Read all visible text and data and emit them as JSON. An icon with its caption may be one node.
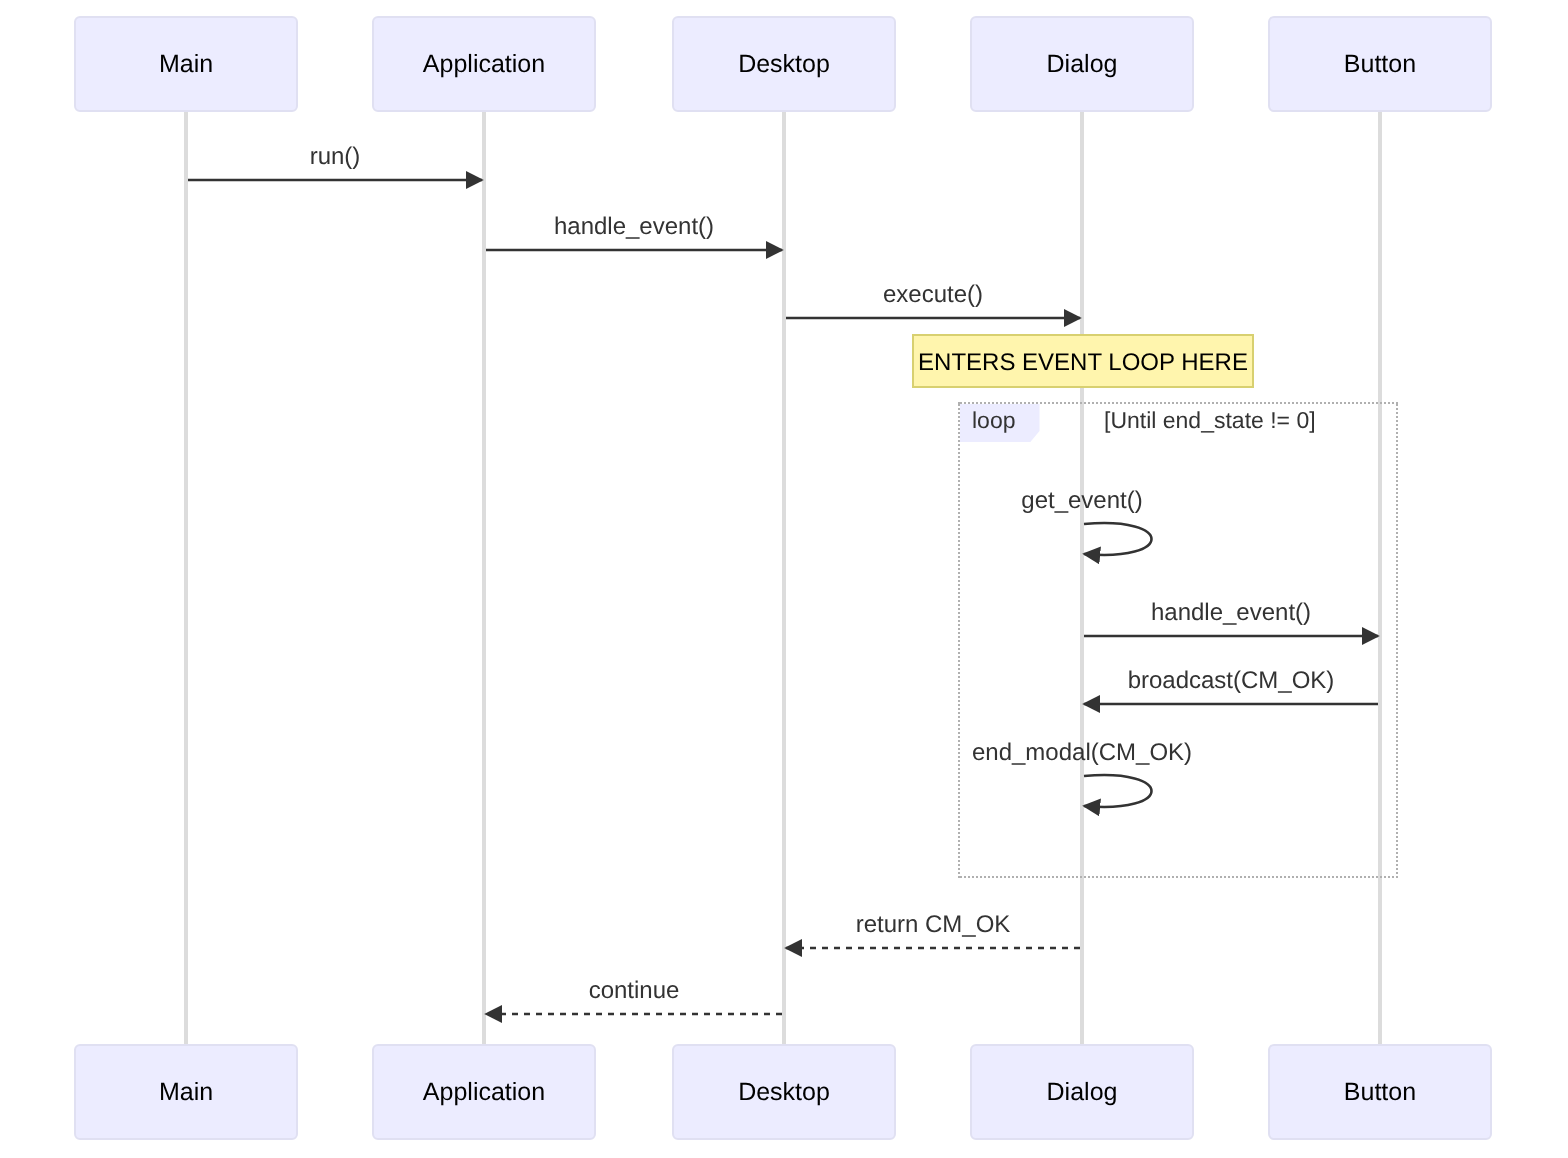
{
  "diagram": {
    "nodes": [
      {
        "text": [
          "Main"
        ]
      },
      {
        "text": [
          "Application"
        ]
      },
      {
        "text": [
          "Desktop"
        ]
      },
      {
        "text": [
          "Dialog"
        ]
      },
      {
        "text": [
          "Button"
        ]
      },
      {
        "text": [],
        "shape": "bar"
      },
      {
        "text": [],
        "shape": "bar"
      },
      {
        "text": [],
        "shape": "bar"
      },
      {
        "text": [],
        "shape": "bar"
      },
      {
        "text": [],
        "shape": "bar"
      },
      {
        "text": [
          "ENTERS EVENT LOOP HERE"
        ]
      },
      {
        "text": [
          "Main"
        ]
      },
      {
        "text": [
          "Application"
        ]
      },
      {
        "text": [
          "Desktop"
        ]
      },
      {
        "text": [
          "Dialog"
        ]
      },
      {
        "text": [
          "Button"
        ]
      },
      {
        "text": [],
        "shape": "bar"
      }
    ],
    "edges": [
      {
        "from": 5,
        "to": 6,
        "arrow": "to",
        "label": "run()"
      },
      {
        "from": 6,
        "to": 7,
        "arrow": "to",
        "label": "handle_event()"
      },
      {
        "from": 7,
        "to": 8,
        "arrow": "to",
        "label": "execute()"
      },
      {
        "from": 16,
        "to": 16,
        "arrow": "to",
        "label": "get_event()"
      },
      {
        "from": 16,
        "to": 9,
        "arrow": "to",
        "label": "handle_event()"
      },
      {
        "from": 9,
        "to": 16,
        "arrow": "to",
        "label": "broadcast(CM_OK)"
      },
      {
        "from": 16,
        "to": 16,
        "arrow": "to",
        "label": "end_modal(CM_OK)"
      },
      {
        "from": 16,
        "to": 7,
        "arrow": "to",
        "label": "return CM_OK",
        "style": "dashed"
      },
      {
        "from": 7,
        "to": 6,
        "arrow": "to",
        "label": "continue",
        "style": "dashed"
      }
    ],
    "labels": [
      "loop",
      "[Until end_state != 0]"
    ]
  }
}
